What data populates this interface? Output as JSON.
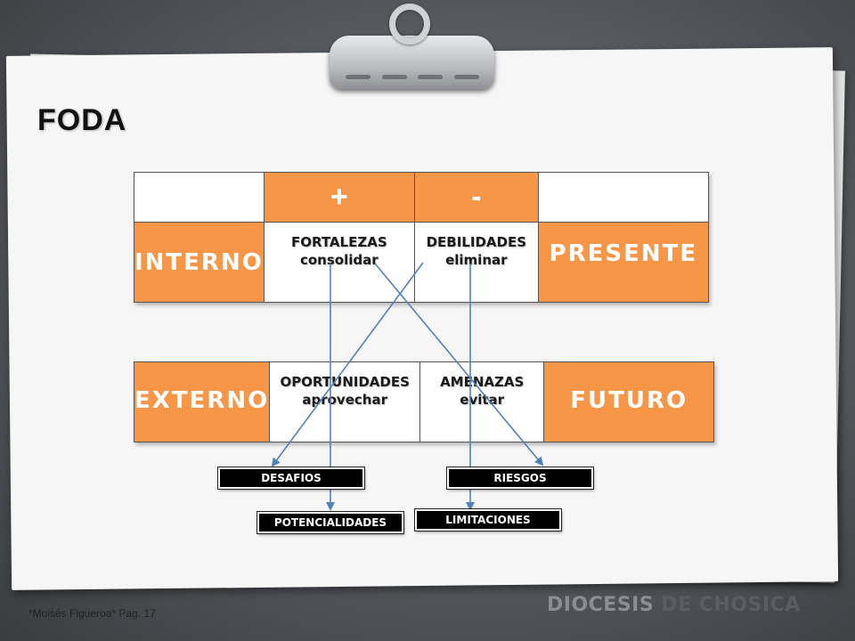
{
  "title": "FODA",
  "table_top": {
    "plus": "+",
    "minus": "-",
    "interno": "INTERNO",
    "presente": "PRESENTE",
    "fortalezas": "FORTALEZAS",
    "consolidar": "consolidar",
    "debilidades": "DEBILIDADES",
    "eliminar": "eliminar"
  },
  "table_bottom": {
    "externo": "EXTERNO",
    "futuro": "FUTURO",
    "oportunidades": "OPORTUNIDADES",
    "aprovechar": "aprovechar",
    "amenazas": "AMENAZAS",
    "evitar": "evitar"
  },
  "results": {
    "desafios": "DESAFIOS",
    "riesgos": "RIESGOS",
    "potencialidades": "POTENCIALIDADES",
    "limitaciones": "LIMITACIONES"
  },
  "footer": {
    "author": "*Moisés Figueroa*  Pag. 17",
    "org_part1": "DIOCESIS",
    "org_part2": " DE CHOSICA"
  },
  "colors": {
    "accent": "#f79646",
    "arrow": "#4f81bd"
  }
}
